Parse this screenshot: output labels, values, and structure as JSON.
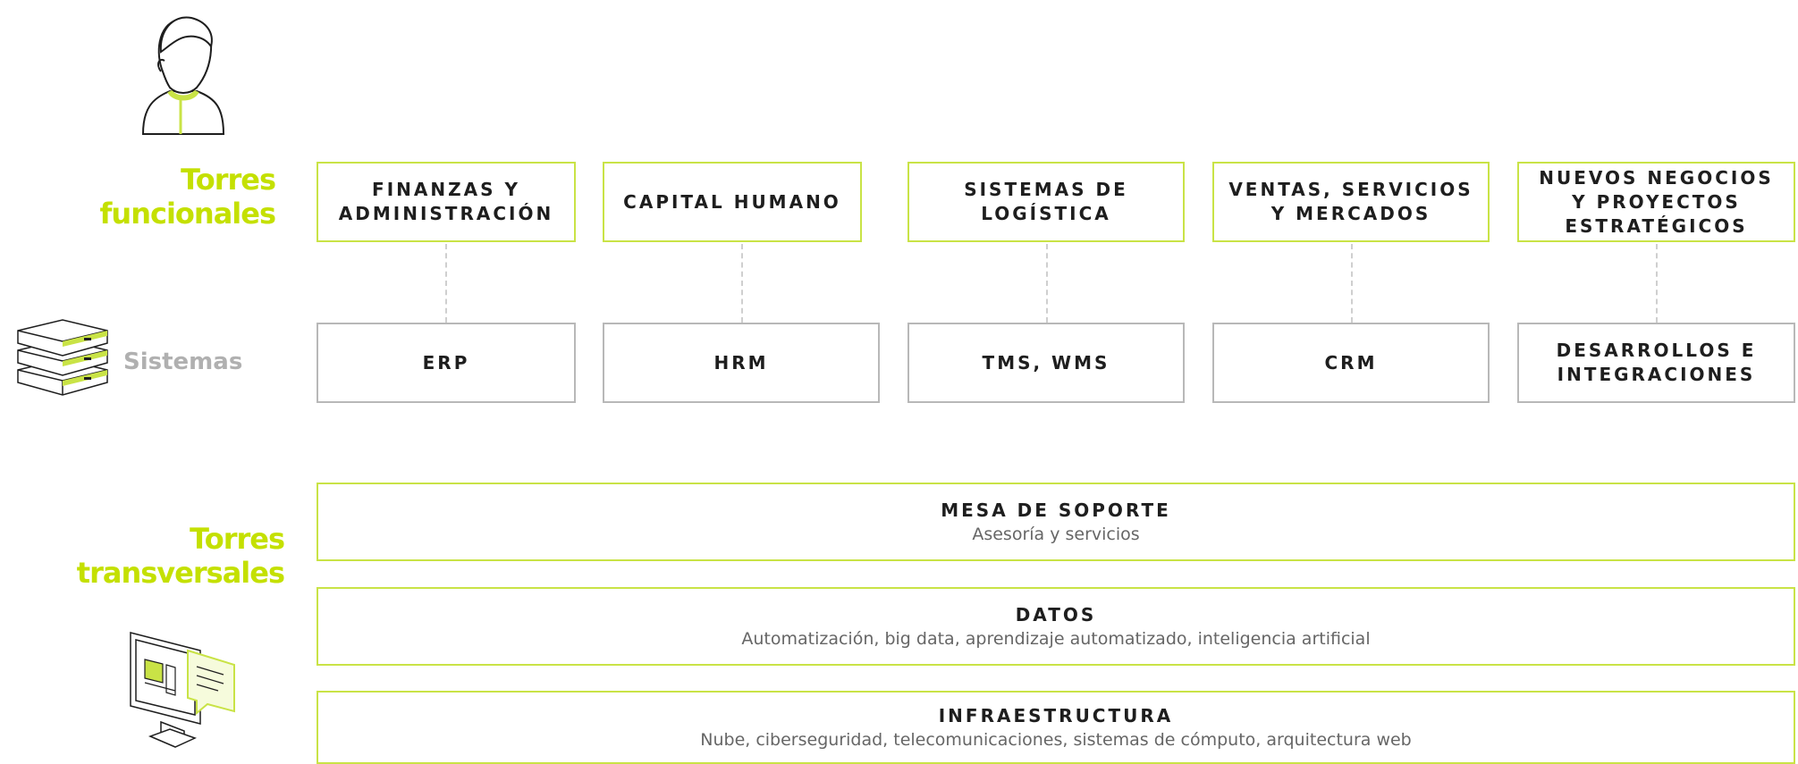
{
  "functional_title": [
    "Torres",
    "funcionales"
  ],
  "systems_label": "Sistemas",
  "transversal_title": [
    "Torres",
    "transversales"
  ],
  "towers": [
    {
      "label": "FINANZAS Y\nADMINISTRACIÓN"
    },
    {
      "label": "CAPITAL HUMANO"
    },
    {
      "label": "SISTEMAS DE LOGÍSTICA"
    },
    {
      "label": "VENTAS, SERVICIOS\nY MERCADOS"
    },
    {
      "label": "NUEVOS NEGOCIOS\nY PROYECTOS\nESTRATÉGICOS"
    }
  ],
  "systems": [
    {
      "label": "ERP"
    },
    {
      "label": "HRM"
    },
    {
      "label": "TMS, WMS"
    },
    {
      "label": "CRM"
    },
    {
      "label": "DESARROLLOS E\nINTEGRACIONES"
    }
  ],
  "transversal": [
    {
      "title": "MESA DE SOPORTE",
      "subtitle": "Asesoría y servicios"
    },
    {
      "title": "DATOS",
      "subtitle": "Automatización, big data, aprendizaje automatizado, inteligencia artificial"
    },
    {
      "title": "INFRAESTRUCTURA",
      "subtitle": "Nube, ciberseguridad, telecomunicaciones, sistemas de cómputo, arquitectura web"
    }
  ],
  "colors": {
    "accent": "#c4e000",
    "box_border_green": "#c9e346",
    "box_border_gray": "#b8b8b8",
    "muted_text": "#b0b0b0"
  },
  "icons": {
    "person": "person-icon",
    "servers": "server-stack-icon",
    "monitor": "monitor-icon"
  }
}
